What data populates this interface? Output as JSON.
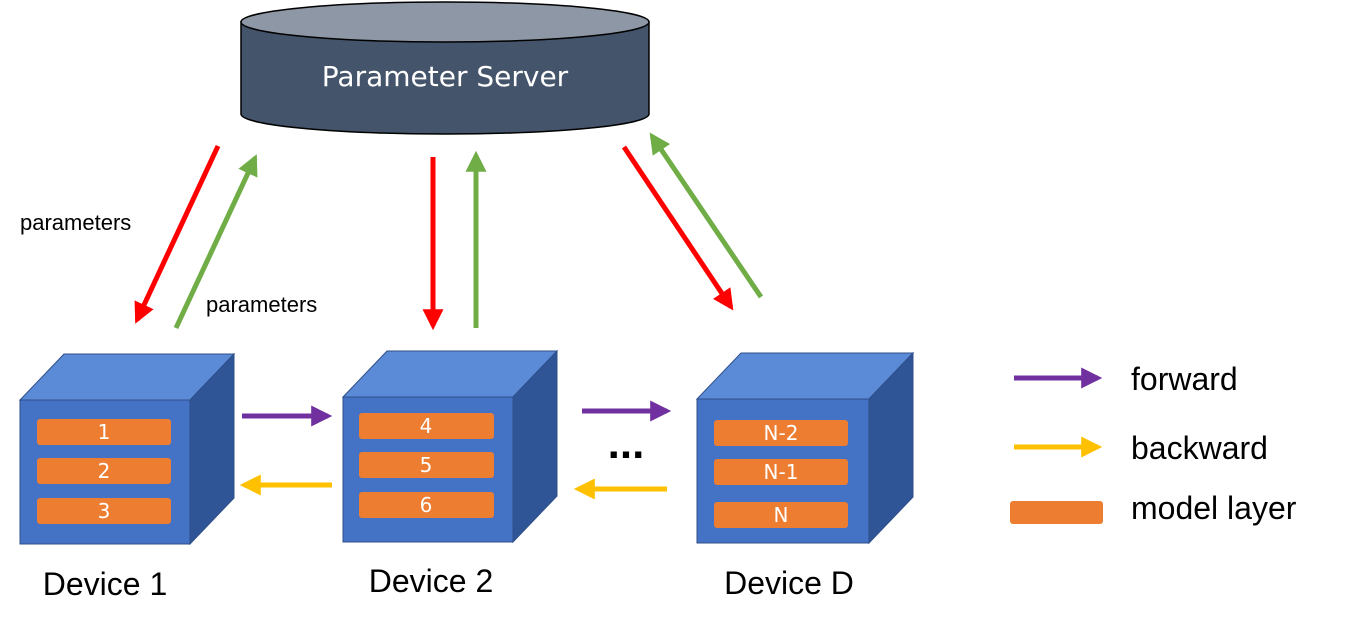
{
  "server": {
    "label": "Parameter Server",
    "color_body": "#44546a",
    "color_top": "#8e97a6"
  },
  "devices": [
    {
      "name": "Device 1",
      "layers": [
        "1",
        "2",
        "3"
      ]
    },
    {
      "name": "Device 2",
      "layers": [
        "4",
        "5",
        "6"
      ]
    },
    {
      "name": "Device D",
      "layers": [
        "N-2",
        "N-1",
        "N"
      ]
    }
  ],
  "edge_labels": {
    "pull": "parameters",
    "push": "parameters"
  },
  "ellipsis": "...",
  "legend": {
    "forward": "forward",
    "backward": "backward",
    "layer": "model layer"
  },
  "colors": {
    "pull_arrow": "#ff0000",
    "push_arrow": "#70ad47",
    "forward_arrow": "#7030a0",
    "backward_arrow": "#ffc000",
    "model_layer": "#ed7d31",
    "device_front": "#4472c4",
    "device_top": "#5b8bd6",
    "device_side": "#2f5597"
  }
}
